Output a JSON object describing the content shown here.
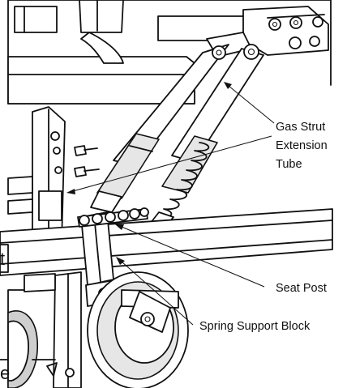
{
  "labels": {
    "gas_strut_line1": "Gas Strut",
    "gas_strut_line2": "Extension",
    "gas_strut_line3": "Tube",
    "seat_post": "Seat Post",
    "spring_support_block": "Spring Support Block"
  },
  "edge_fragments": {
    "left_mid": "t",
    "left_bottom": "e"
  }
}
